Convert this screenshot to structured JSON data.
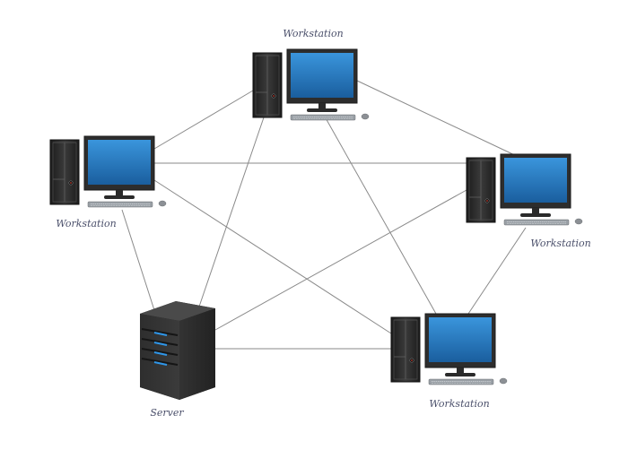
{
  "diagram": {
    "type": "network-topology",
    "topology": "mesh",
    "colors": {
      "screen": "#2b7fc9",
      "case": "#2a2a2a",
      "link": "#8a8a8a",
      "server_led": "#2f96e8",
      "label": "#4a4f6a"
    },
    "nodes": [
      {
        "id": "ws-top",
        "kind": "workstation",
        "label": "Workstation"
      },
      {
        "id": "ws-left",
        "kind": "workstation",
        "label": "Workstation"
      },
      {
        "id": "ws-right",
        "kind": "workstation",
        "label": "Workstation"
      },
      {
        "id": "ws-bottom",
        "kind": "workstation",
        "label": "Workstation"
      },
      {
        "id": "server",
        "kind": "server",
        "label": "Server"
      }
    ],
    "links": [
      {
        "from": "ws-left",
        "to": "ws-top"
      },
      {
        "from": "ws-left",
        "to": "ws-right"
      },
      {
        "from": "ws-left",
        "to": "ws-bottom"
      },
      {
        "from": "ws-left",
        "to": "server"
      },
      {
        "from": "ws-top",
        "to": "ws-right"
      },
      {
        "from": "ws-top",
        "to": "ws-bottom"
      },
      {
        "from": "ws-top",
        "to": "server"
      },
      {
        "from": "ws-right",
        "to": "ws-bottom"
      },
      {
        "from": "ws-right",
        "to": "server"
      },
      {
        "from": "ws-bottom",
        "to": "server"
      }
    ]
  }
}
